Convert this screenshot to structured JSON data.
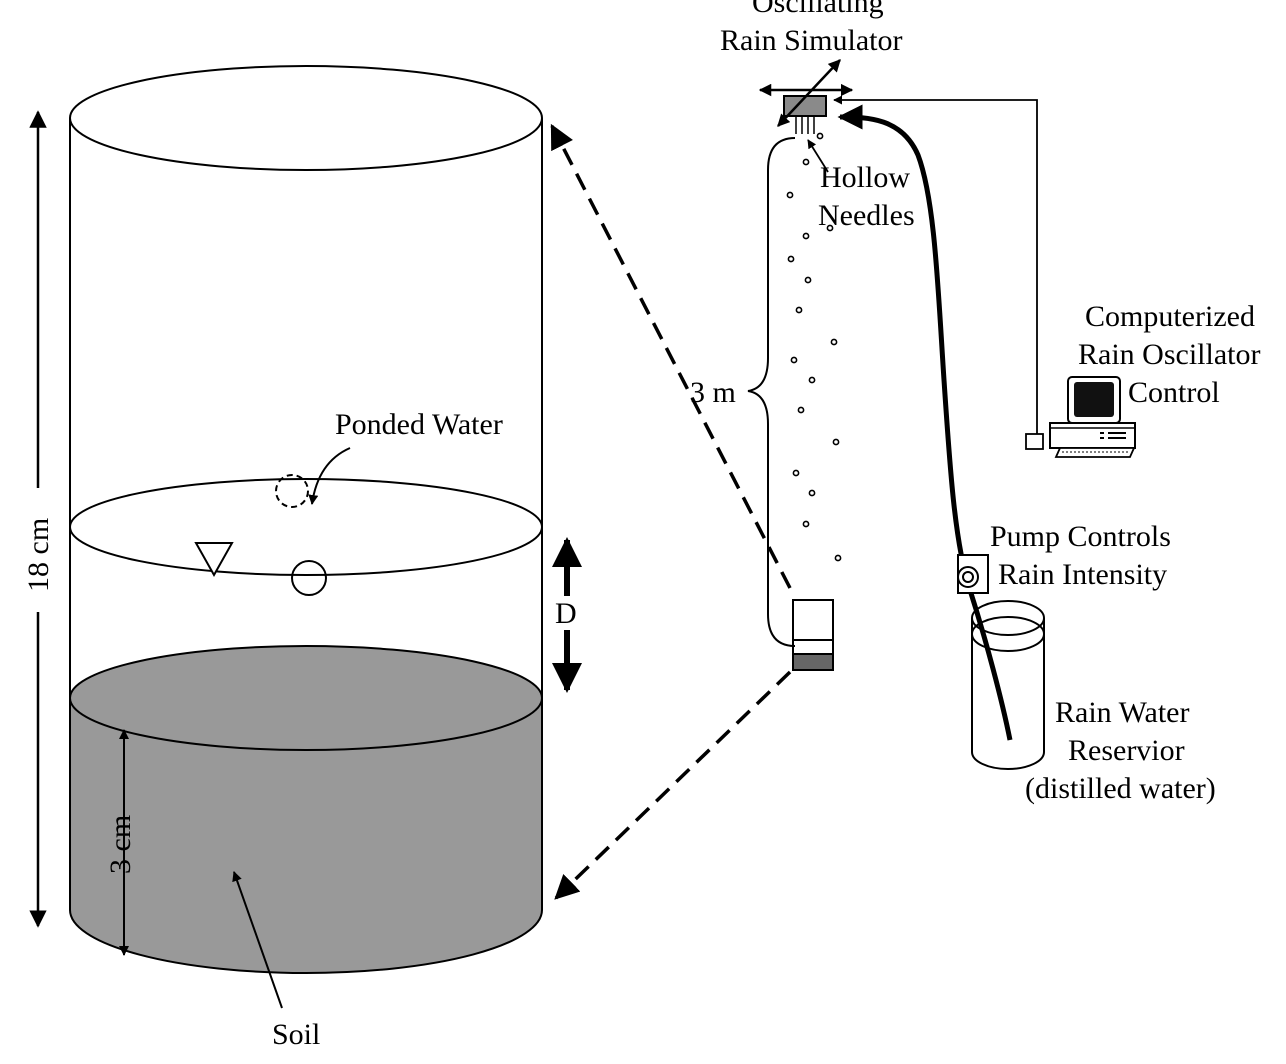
{
  "labels": {
    "oscillating": "Oscillating",
    "rain_simulator": "Rain Simulator",
    "hollow": "Hollow",
    "needles": "Needles",
    "computerized": "Computerized",
    "rain_oscillator": "Rain Oscillator",
    "control": "Control",
    "three_m": "3 m",
    "ponded_water": "Ponded Water",
    "d": "D",
    "eighteen_cm": "18 cm",
    "three_cm": "3 cm",
    "soil": "Soil",
    "pump_controls": "Pump Controls",
    "rain_intensity": "Rain Intensity",
    "rain_water": "Rain Water",
    "reservior": "Reservior",
    "distilled_water": "(distilled water)"
  },
  "colors": {
    "line": "#000000",
    "soil_fill": "#999999",
    "simulator_fill": "#8a8a8a",
    "sample_soil": "#666666",
    "screen": "#111111"
  }
}
